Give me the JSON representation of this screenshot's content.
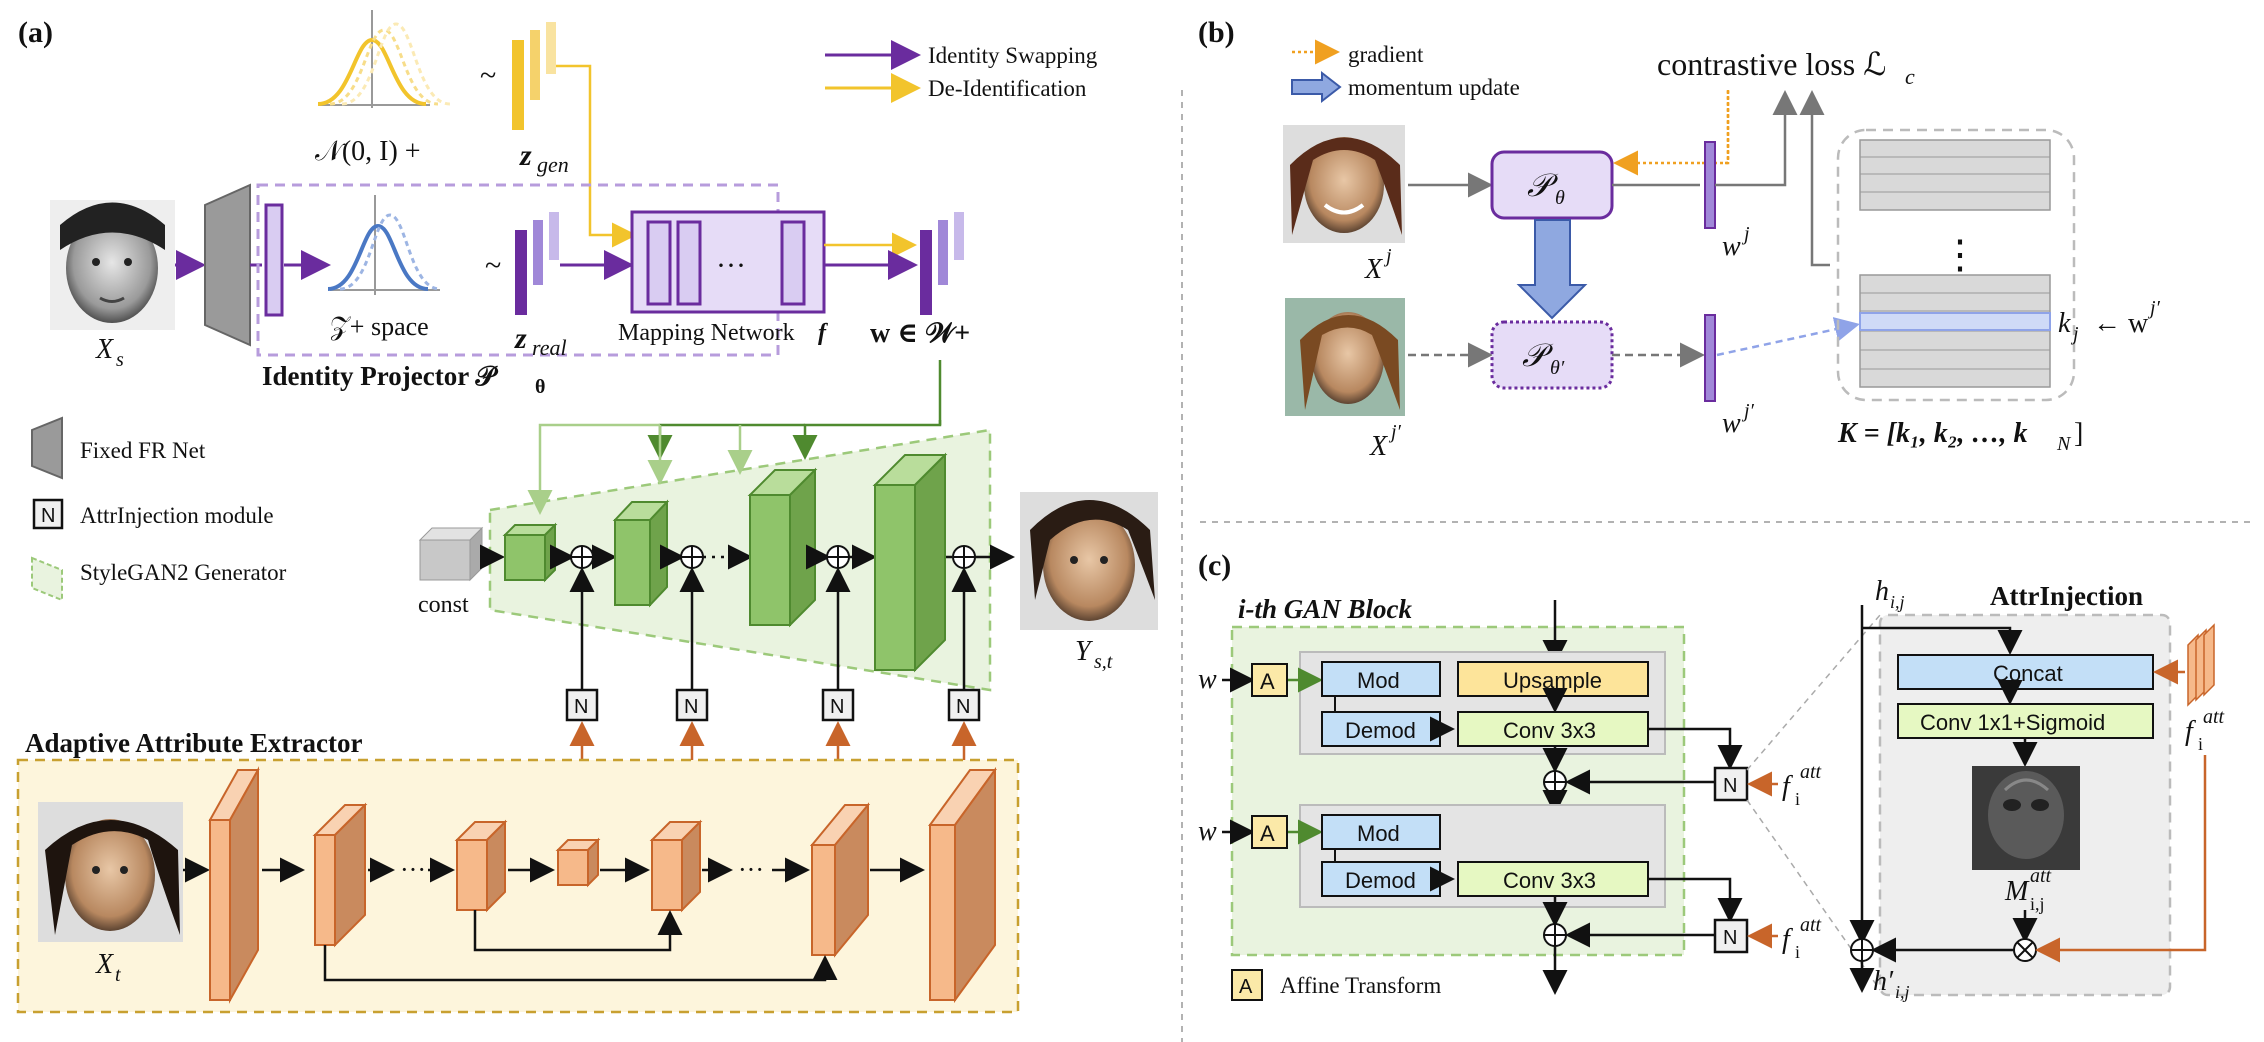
{
  "panels": {
    "a_label": "(a)",
    "b_label": "(b)",
    "c_label": "(c)"
  },
  "panel_a": {
    "legend_swap": "Identity Swapping",
    "legend_deid": "De-Identification",
    "normal_dist": "𝒩(0, I) +",
    "z_gen": "z",
    "z_gen_sub": "gen",
    "tilde": "~",
    "x_s": "X",
    "x_s_sub": "s",
    "z_space": "𝒵+ space",
    "z_real": "z",
    "z_real_sub": "real",
    "mapping_network": "Mapping Network",
    "mapping_f": "f",
    "dots": "···",
    "w_space": "w ∈ 𝒲+",
    "identity_projector": "Identity Projector 𝒫",
    "identity_projector_sub": "θ",
    "fixed_fr_net": "Fixed FR Net",
    "attrinjection_module": "AttrInjection  module",
    "stylegan2": "StyleGAN2 Generator",
    "n_label": "N",
    "const": "const",
    "y_st": "Y",
    "y_st_sub": "s,t",
    "extractor_title": "Adaptive Attribute Extractor",
    "x_t": "X",
    "x_t_sub": "t"
  },
  "panel_b": {
    "gradient": "gradient",
    "momentum": "momentum update",
    "contrastive_loss": "contrastive loss ℒ",
    "contrastive_sub": "c",
    "p_theta": "𝒫",
    "p_theta_sub": "θ",
    "p_theta_prime_sub": "θ′",
    "xj": "X",
    "xj_sup": "j",
    "xj_prime_sup": "j′",
    "wj": "w",
    "wj_sup": "j",
    "wj_prime_sup": "j′",
    "vdots": "⋮",
    "kj": "k",
    "kj_sub": "j",
    "kj_assign": "← w",
    "kj_assign_sup": "j′",
    "k_set": "K = [k₁, k₂, …, k",
    "k_set_end": "]",
    "k_set_sub": "N"
  },
  "panel_c": {
    "gan_block_title": "i-th GAN Block",
    "w": "w",
    "a": "A",
    "mod": "Mod",
    "demod": "Demod",
    "upsample": "Upsample",
    "conv3": "Conv 3x3",
    "n": "N",
    "f_att": "f",
    "f_att_sub": "i",
    "f_att_sup": "att",
    "affine": "Affine Transform",
    "attrinjection_title": "AttrInjection",
    "h": "h",
    "h_sub": "i,j",
    "h_prime": "h′",
    "concat": "Concat",
    "conv1_sigmoid": "Conv 1x1+Sigmoid",
    "m_att": "M",
    "m_att_sub": "i,j",
    "m_att_sup": "att"
  },
  "colors": {
    "purple": "#6a2c9e",
    "yellow": "#f2c42c",
    "green_arrow": "#4f8a2f",
    "orange_arrow": "#c8652a",
    "green_fill": "#e9f3df",
    "yellow_fill": "#fdf5dc",
    "lavender": "#e6dcf7"
  }
}
